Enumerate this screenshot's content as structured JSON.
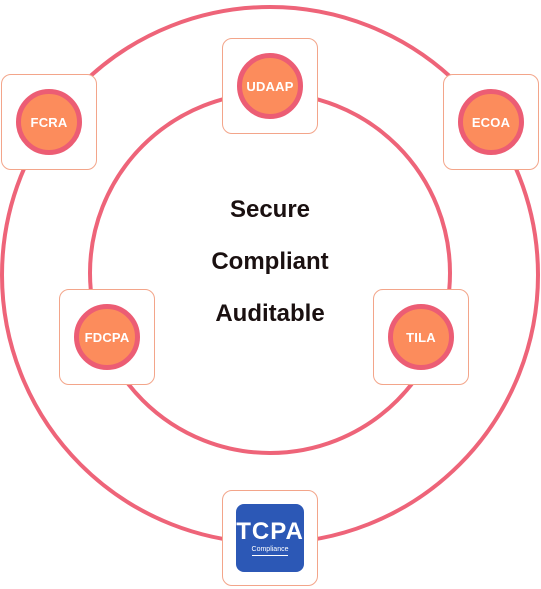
{
  "center": {
    "line1": "Secure",
    "line2": "Compliant",
    "line3": "Auditable"
  },
  "nodes": {
    "udaap": "UDAAP",
    "fcra": "FCRA",
    "ecoa": "ECOA",
    "fdcpa": "FDCPA",
    "tila": "TILA",
    "tcpa": {
      "title": "TCPA",
      "subtitle": "Compliance"
    }
  },
  "colors": {
    "ring": "#ee6479",
    "badge_fill": "#fc8c5c",
    "badge_border": "#ec5d74",
    "card_border": "#f3a58a",
    "tcpa_blue": "#2c58b6",
    "text": "#1a1010"
  }
}
